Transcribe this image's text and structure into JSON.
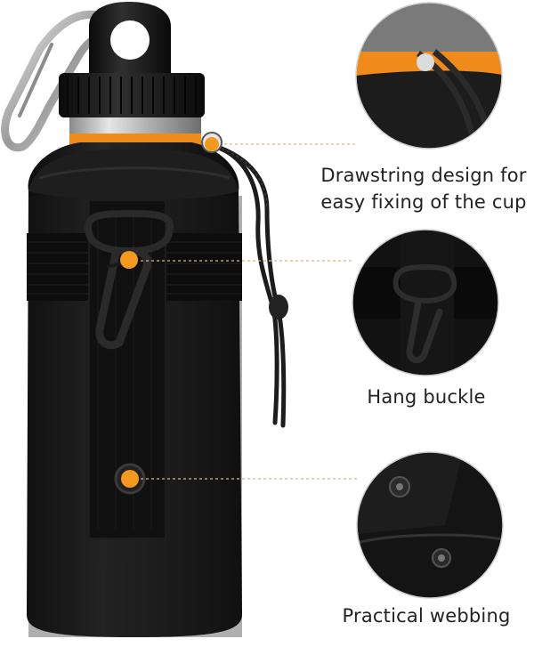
{
  "features": [
    {
      "id": "drawstring",
      "line1": "Drawstring design for",
      "line2": "easy fixing of the cup"
    },
    {
      "id": "buckle",
      "line1": "Hang buckle"
    },
    {
      "id": "webbing",
      "line1": "Practical webbing"
    }
  ],
  "colors": {
    "accent": "#f39a1e",
    "bag": "#141414",
    "bag_highlight": "#2a2a2a",
    "steel": "#b9b9b9",
    "cap": "#161616",
    "leader_line": "#d8b88a",
    "text": "#222222",
    "background": "#ffffff"
  }
}
